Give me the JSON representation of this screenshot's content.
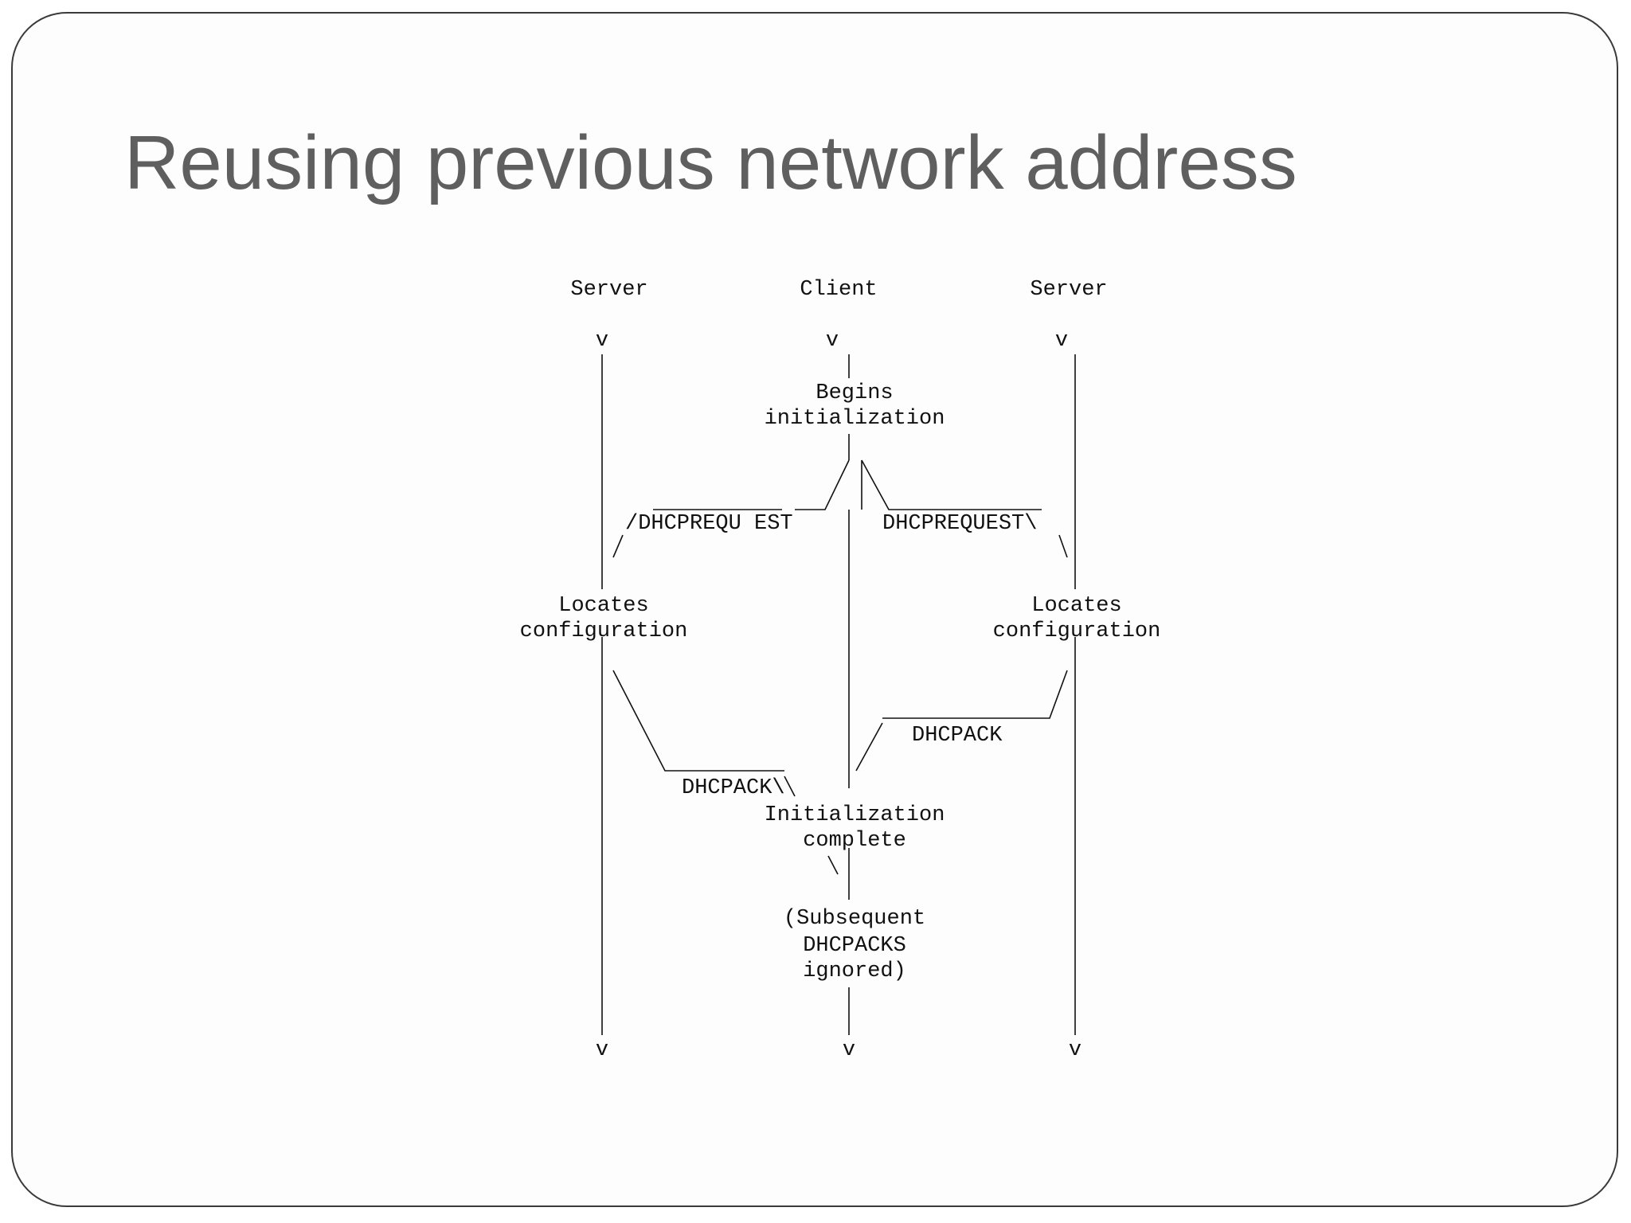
{
  "title": "Reusing previous network address",
  "diagram": {
    "lanes": {
      "left": "Server",
      "center": "Client",
      "right": "Server"
    },
    "arrowhead": "v",
    "client_steps": {
      "begin_line1": "Begins",
      "begin_line2": "initialization",
      "complete_line1": "Initialization",
      "complete_line2": "complete",
      "ignored_line1": "(Subsequent",
      "ignored_line2": "DHCPACKS",
      "ignored_line3": "ignored)"
    },
    "server_steps": {
      "left_line1": "Locates",
      "left_line2": "configuration",
      "right_line1": "Locates",
      "right_line2": "configuration"
    },
    "messages": {
      "request_left": "/DHCPREQU EST",
      "request_right": "DHCPREQUEST\\",
      "ack_left": "DHCPACK\\",
      "ack_right": "DHCPACK"
    }
  }
}
